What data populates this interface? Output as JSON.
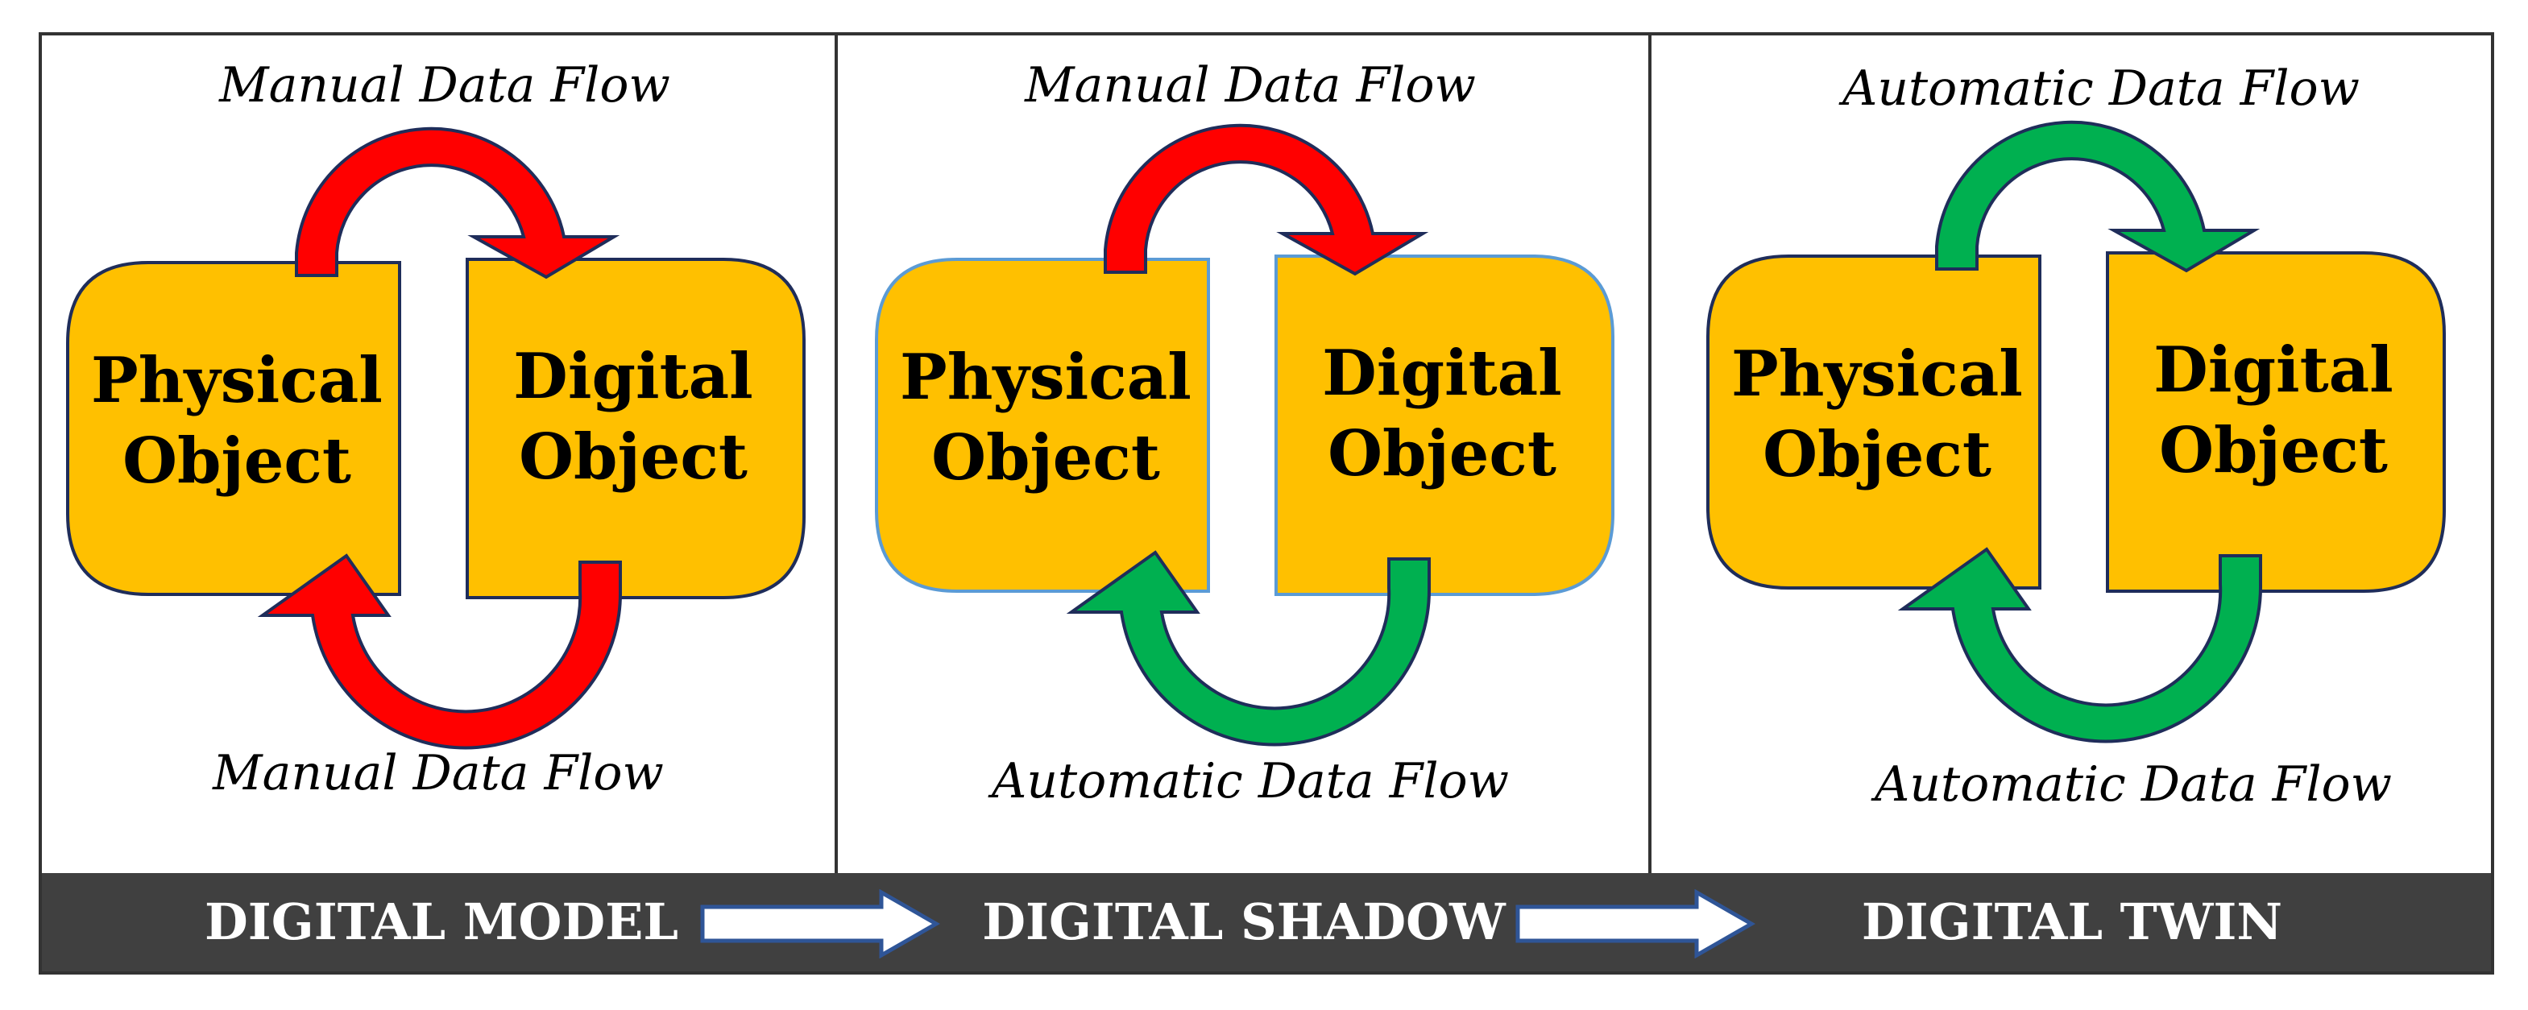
{
  "colors": {
    "box_fill": "#FFC000",
    "box_stroke": "#1F2D5A",
    "box_stroke_shadow": "#5B9BD5",
    "manual_arrow": "#FF0000",
    "automatic_arrow": "#00B050",
    "arrow_outline": "#1F2D5A",
    "bar_background": "#404040"
  },
  "panels": [
    {
      "physical_object": [
        "Physical",
        "Object"
      ],
      "digital_object": [
        "Digital",
        "Object"
      ],
      "top_flow": "Manual Data Flow",
      "bottom_flow": "Manual Data Flow",
      "top_arrow_type": "manual",
      "bottom_arrow_type": "manual"
    },
    {
      "physical_object": [
        "Physical",
        "Object"
      ],
      "digital_object": [
        "Digital",
        "Object"
      ],
      "top_flow": "Manual Data Flow",
      "bottom_flow": "Automatic Data Flow",
      "top_arrow_type": "manual",
      "bottom_arrow_type": "automatic"
    },
    {
      "physical_object": [
        "Physical",
        "Object"
      ],
      "digital_object": [
        "Digital",
        "Object"
      ],
      "top_flow": "Automatic Data Flow",
      "bottom_flow": "Automatic Data Flow",
      "top_arrow_type": "automatic",
      "bottom_arrow_type": "automatic"
    }
  ],
  "stages": [
    "DIGITAL MODEL",
    "DIGITAL SHADOW",
    "DIGITAL TWIN"
  ],
  "icons": {
    "stage_transition": "right-arrow-icon",
    "top_flow": "curved-arrow-right-icon",
    "bottom_flow": "curved-arrow-left-icon"
  }
}
